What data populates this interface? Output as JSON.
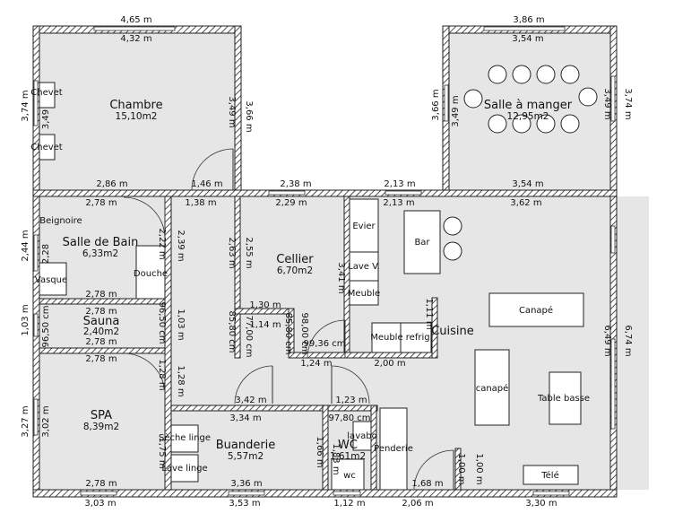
{
  "rooms": {
    "chambre": {
      "name": "Chambre",
      "area": "15,10m2"
    },
    "salle_manger": {
      "name": "Salle à manger",
      "area": "12,95m2"
    },
    "salle_bain": {
      "name": "Salle de Bain",
      "area": "6,33m2"
    },
    "sauna": {
      "name": "Sauna",
      "area": "2,40m2"
    },
    "spa": {
      "name": "SPA",
      "area": "8,39m2"
    },
    "cellier": {
      "name": "Cellier",
      "area": "6,70m2"
    },
    "buanderie": {
      "name": "Buanderie",
      "area": "5,57m2"
    },
    "wc": {
      "name": "WC",
      "area": "1,61m2"
    },
    "cuisine": {
      "name": "Cuisine",
      "area": ""
    }
  },
  "furniture": {
    "chevet": "Chevet",
    "beignoire": "Beignoire",
    "vasque": "Vasque",
    "douche": "Douche",
    "evier": "Evier",
    "lave_v": "Lave V.",
    "meuble": "Meuble",
    "meuble_refrig": "Meuble refrig.",
    "bar": "Bar",
    "canape": "Canapé",
    "canape2": "canapé",
    "table_basse": "Table basse",
    "tele": "Télé",
    "seche_linge": "Sèche linge",
    "lave_linge": "Lave linge",
    "lavabo": "lavabo",
    "penderie": "Penderie",
    "wc": "wc"
  },
  "dimensions": {
    "top_left_outer": "4,65 m",
    "top_right_outer": "3,86 m",
    "chambre_top": "4,32 m",
    "sam_top": "3,54 m",
    "chambre_bottom": "2,86 m",
    "chambre_door": "1,46 m",
    "corridor_top": "2,38 m",
    "corridor_top2": "2,13 m",
    "sam_bottom": "3,54 m",
    "d_278a": "2,78 m",
    "d_138": "1,38 m",
    "d_229": "2,29 m",
    "d_213": "2,13 m",
    "d_362": "3,62 m",
    "d_278b": "2,78 m",
    "d_278c": "2,78 m",
    "d_278d": "2,78 m",
    "d_278e": "2,78 m",
    "d_130": "1,30 m",
    "d_114": "1,14 m",
    "d_9936": "99,36 cm",
    "d_124": "1,24 m",
    "d_200": "2,00 m",
    "d_342": "3,42 m",
    "d_123": "1,23 m",
    "d_334": "3,34 m",
    "d_9780": "97,80 cm",
    "d_278f": "2,78 m",
    "d_336": "3,36 m",
    "d_168": "1,68 m",
    "bot_303": "3,03 m",
    "bot_353": "3,53 m",
    "bot_112": "1,12 m",
    "bot_206": "2,06 m",
    "bot_330": "3,30 m",
    "left_374": "3,74 m",
    "left_349": "3,49",
    "left_244": "2,44 m",
    "left_228": "2,28",
    "left_103": "1,03 m",
    "left_9650": "96,50 cm",
    "left_327": "3,27 m",
    "left_302": "3,02 m",
    "v_349a": "3,49 m",
    "v_366a": "3,66 m",
    "v_366b": "3,66 m",
    "v_349b": "3,49 m",
    "v_349c": "3,49 m",
    "right_374": "3,74 m",
    "v_222": "2,22 m",
    "v_239": "2,39 m",
    "v_9650b": "96,50 cm",
    "v_103": "1,03 m",
    "v_128a": "1,28 m",
    "v_128b": "1,28 m",
    "v_175": "1,75 m",
    "v_263": "2,63 m",
    "v_255": "2,55 m",
    "v_8580": "85,80 cm",
    "v_7700": "77,00 cm",
    "v_8580b": "85,80 cm",
    "v_9800": "98,00 cm",
    "v_341": "3,41 m",
    "v_111": "1,11 m",
    "v_649": "6,49 m",
    "right_674": "6,74 m",
    "v_166": "1,66 m",
    "v_183": "1,83 m",
    "v_100a": "1,00 m",
    "v_100b": "1,00 m"
  }
}
